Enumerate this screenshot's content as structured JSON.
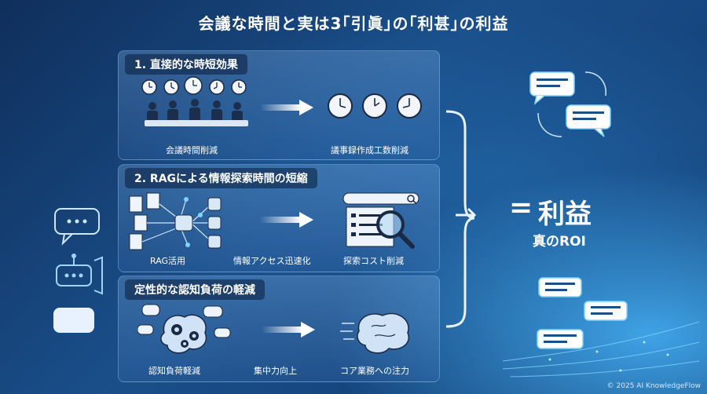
{
  "title": "会議な時間と実は3｢引眞｣の｢利甚｣の利益",
  "panels": [
    {
      "title": "1. 直接的な時短効果",
      "captions": [
        "会議時間削減",
        "議事録作成工数削減"
      ]
    },
    {
      "title": "2. RAGによる情報探索時間の短縮",
      "captions": [
        "RAG活用",
        "情報アクセス迅速化",
        "探索コスト削減"
      ]
    },
    {
      "title": "定性的な認知負荷の軽減",
      "captions": [
        "認知負荷軽減",
        "集中力向上",
        "コア業務への注力"
      ]
    }
  ],
  "result": {
    "symbol": "=",
    "main": "利益",
    "sub": "真のROI"
  },
  "footer": "© 2025 AI KnowledgeFlow",
  "colors": {
    "background": "#164a82",
    "accent": "#7fd3ff",
    "panel": "#5f8fc8"
  }
}
